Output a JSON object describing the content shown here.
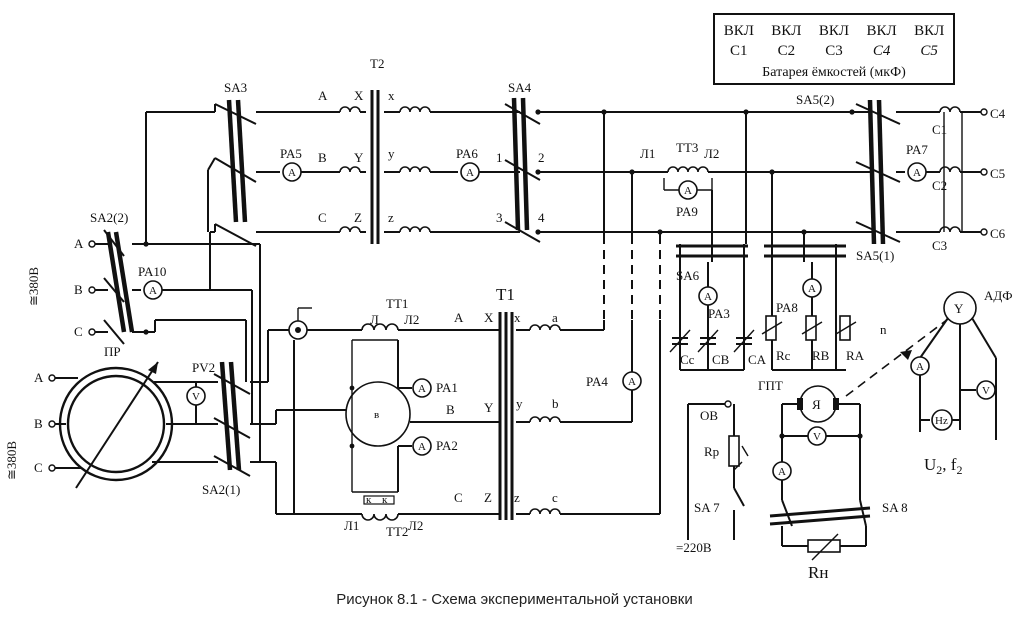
{
  "legend": {
    "switch_labels": [
      "ВКЛ",
      "ВКЛ",
      "ВКЛ",
      "ВКЛ",
      "ВКЛ"
    ],
    "capacitor_labels": [
      "C1",
      "C2",
      "C3",
      "C4",
      "C5"
    ],
    "title": "Батарея ёмкостей  (мкФ)"
  },
  "caption": "Рисунок 8.1 - Схема экспериментальной установки",
  "switches": {
    "sa2_2": "SA2(2)",
    "sa2_1": "SA2(1)",
    "sa3": "SA3",
    "sa4": "SA4",
    "sa5_2": "SA5(2)",
    "sa5_1": "SA5(1)",
    "sa6": "SA6",
    "sa7": "SA 7",
    "sa8": "SA 8"
  },
  "transformers": {
    "t1": "T1",
    "t2": "T2",
    "tt1": "TT1",
    "tt2": "TT2",
    "tt3": "TT3"
  },
  "meters": {
    "pa1": "PA1",
    "pa2": "PA2",
    "pa3": "PA3",
    "pa4": "PA4",
    "pa5": "PA5",
    "pa6": "PA6",
    "pa7": "PA7",
    "pa8": "PA8",
    "pa9": "PA9",
    "pa10": "PA10",
    "pv2": "PV2",
    "ammeter_symbol": "A",
    "voltmeter_symbol": "V",
    "freq_symbol": "Hz"
  },
  "supply": {
    "top": "≅380В",
    "left": "≅380В",
    "dc": "=220В"
  },
  "phases": {
    "a": "A",
    "b": "B",
    "c": "C"
  },
  "terminals": {
    "big_x": "X",
    "big_y": "Y",
    "big_z": "Z",
    "small_x": "x",
    "small_y": "y",
    "small_z": "z",
    "small_a": "a",
    "small_b": "b",
    "small_c": "c",
    "n1": "1",
    "n2": "2",
    "n3": "3",
    "n4": "4",
    "l": "Л",
    "l1": "Л1",
    "l2": "Л2",
    "c1": "C1",
    "c2": "C2",
    "c3": "C3",
    "c4": "C4",
    "c5": "C5",
    "c6": "C6"
  },
  "components": {
    "pr": "ПР",
    "ov": "ОВ",
    "rp": "Rр",
    "gpt": "ГПТ",
    "armature": "Я",
    "adf": "АДФ",
    "adf_symbol": "Y",
    "rn": "Rн",
    "n": "n",
    "cc": "Cc",
    "cb": "CB",
    "ca": "CA",
    "rc": "Rc",
    "rb": "RB",
    "ra": "RA",
    "u2": "U",
    "u2_sub": "2",
    "f2": ", f",
    "f2_sub": "2",
    "wattmeter_b": "в",
    "wattmeter_k": "к"
  }
}
